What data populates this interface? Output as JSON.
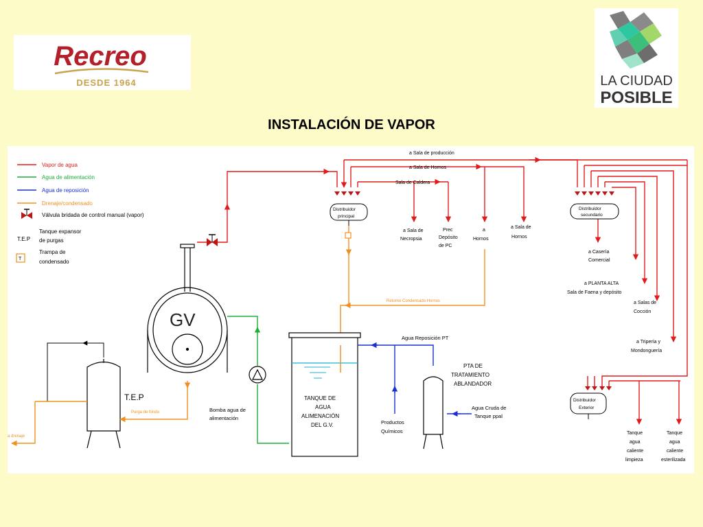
{
  "logos": {
    "recreo": {
      "name": "Recreo",
      "tagline": "DESDE 1964",
      "color": "#b3202a",
      "accent": "#c9a24a"
    },
    "ciudad": {
      "line1": "LA CIUDAD",
      "line2": "POSIBLE"
    }
  },
  "title": "INSTALACIÓN DE VAPOR",
  "colors": {
    "vapor": "#e01b1b",
    "alimentacion": "#1aaf3a",
    "reposicion": "#1c2fd0",
    "drenaje": "#f0901e",
    "background": "#fdfbc8"
  },
  "legend": {
    "vapor": "Vapor de agua",
    "alimentacion": "Agua de alimentación",
    "reposicion": "Agua de reposición",
    "drenaje": "Drenaje/condensado",
    "valvula": "Válvula bridada de control manual (vapor)",
    "tep_abbr": "T.E.P",
    "tep_line1": "Tanque expansor",
    "tep_line2": "de purgas",
    "trampa_symbol": "T",
    "trampa_line1": "Trampa de",
    "trampa_line2": "condensado"
  },
  "labels": {
    "gv": "GV",
    "tep": "T.E.P",
    "purga_fondo": "Purga de fondo",
    "a_drenaje": "a drenaje",
    "bomba_1": "Bomba agua de",
    "bomba_2": "alimentación",
    "tanque_1": "TANQUE DE",
    "tanque_2": "AGUA",
    "tanque_3": "ALIMENACIÓN",
    "tanque_4": "DEL G.V.",
    "agua_reposicion": "Agua Reposición PT",
    "productos_1": "Productos",
    "productos_2": "Químicos",
    "pta_1": "PTA DE",
    "pta_2": "TRATAMIENTO",
    "pta_3": "ABLANDADOR",
    "agua_cruda_1": "Agua Cruda de",
    "agua_cruda_2": "Tanque ppal",
    "retorno": "Retorno Condensado Hornos",
    "dist_principal_1": "Distribuidor",
    "dist_principal_2": "principal",
    "dist_secundario_1": "Distribuidor",
    "dist_secundario_2": "secundario",
    "dist_exterior_1": "Distribuidor",
    "dist_exterior_2": "Exterior",
    "sala_produccion": "a Sala de producción",
    "sala_hornos": "a Sala de Hornos",
    "sala_caldera": "Sala de Caldera",
    "necropsia_1": "a Sala de",
    "necropsia_2": "Necropsia",
    "prec_1": "Prec",
    "prec_2": "Depósito",
    "prec_3": "de PC",
    "hornos_a_1": "a",
    "hornos_a_2": "Hornos",
    "sala_hornos2_1": "a Sala de",
    "sala_hornos2_2": "Hornos",
    "caseria_1": "a Casería",
    "caseria_2": "Comercial",
    "planta_alta_1": "a PLANTA ALTA",
    "planta_alta_2": "Sala de Faena y depósito",
    "coccion_1": "a Salas de",
    "coccion_2": "Cocción",
    "triperia_1": "a Tripería y",
    "triperia_2": "Mondonguería",
    "tanque_limpieza_1": "Tanque",
    "tanque_limpieza_2": "agua",
    "tanque_limpieza_3": "caliente",
    "tanque_limpieza_4": "limpieza",
    "tanque_ester_1": "Tanque",
    "tanque_ester_2": "agua",
    "tanque_ester_3": "caliente",
    "tanque_ester_4": "esterilizada"
  }
}
